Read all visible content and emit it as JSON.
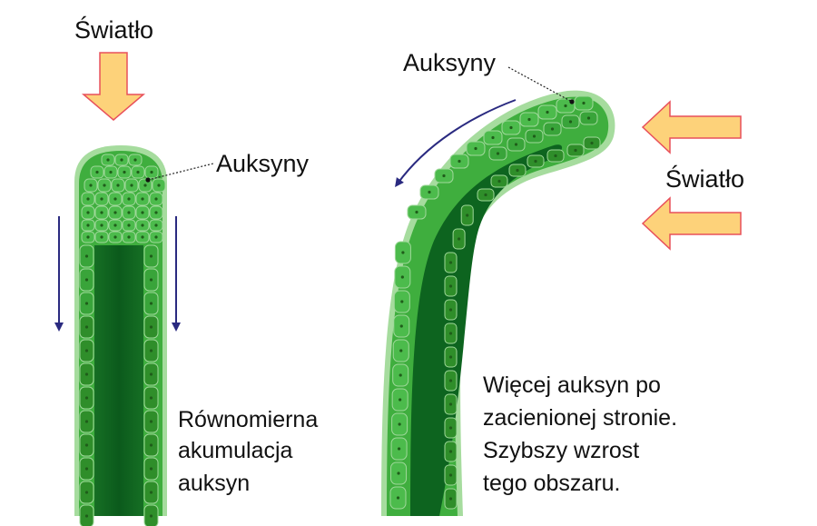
{
  "left_panel": {
    "light_label": "Światło",
    "auxin_label": "Auksyny",
    "caption": [
      "Równomierna",
      "akumulacja",
      "auksyn"
    ]
  },
  "right_panel": {
    "light_label": "Światło",
    "auxin_label": "Auksyny",
    "caption": [
      "Więcej auksyn po",
      "zacienionej stronie.",
      "Szybszy wzrost",
      "tego obszaru."
    ]
  },
  "colors": {
    "arrow_fill": "#fdd27a",
    "arrow_stroke": "#e8505b",
    "cell_light": "#4cbb4c",
    "cell_mid": "#39a43a",
    "cell_dark": "#2f8e2a",
    "outline": "#9fd89a",
    "core": "#0e6e22",
    "flow_arrow": "#2a2a80"
  }
}
